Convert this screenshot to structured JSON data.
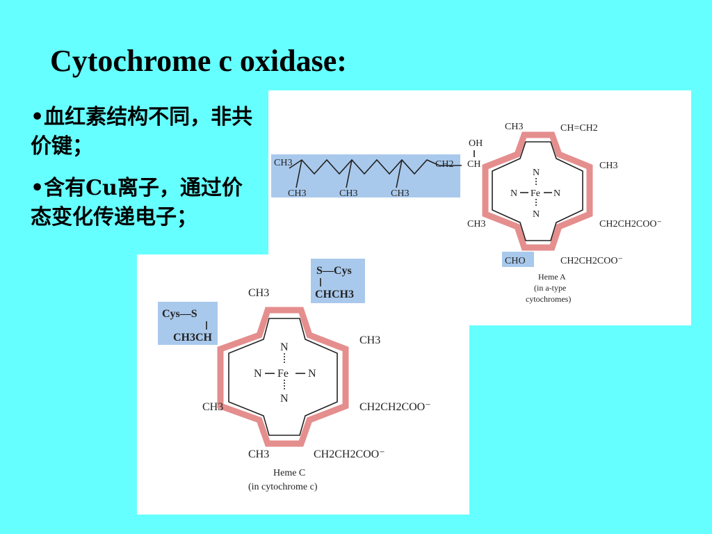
{
  "slide": {
    "title": "Cytochrome c oxidase:",
    "bullets": [
      "•血红素结构不同，非共价键；",
      "•含有Cu离子，通过价态变化传递电子；"
    ]
  },
  "heme_a": {
    "tail_ch3_top": "CH3",
    "tail_ch3_bottom_1": "CH3",
    "tail_ch3_bottom_2": "CH3",
    "tail_ch3_bottom_3": "CH3",
    "tail_ch2": "CH2",
    "oh": "OH",
    "ch": "CH",
    "ch3_top": "CH3",
    "vinyl": "CH=CH2",
    "ch3_right": "CH3",
    "ch3_left": "CH3",
    "propionate_1": "CH2CH2COO⁻",
    "propionate_2": "CH2CH2COO⁻",
    "formyl": "CHO",
    "n_top": "N",
    "n_left": "N",
    "fe": "Fe",
    "n_right": "N",
    "n_bottom": "N",
    "caption_1": "Heme A",
    "caption_2": "(in a-type",
    "caption_3": "cytochromes)"
  },
  "heme_c": {
    "cys_top_1": "S—Cys",
    "cys_top_2": "CHCH3",
    "cys_left_1": "Cys—S",
    "cys_left_2": "CH3CH",
    "ch3_top": "CH3",
    "ch3_right": "CH3",
    "ch3_left": "CH3",
    "ch3_bottom": "CH3",
    "propionate_1": "CH2CH2COO⁻",
    "propionate_2": "CH2CH2COO⁻",
    "n_top": "N",
    "n_left": "N",
    "fe": "Fe",
    "n_right": "N",
    "n_bottom": "N",
    "caption_1": "Heme C",
    "caption_2": "(in cytochrome c)"
  },
  "colors": {
    "background": "#66ffff",
    "ring_highlight": "#e07a7a",
    "group_highlight": "#a9c9ec"
  }
}
